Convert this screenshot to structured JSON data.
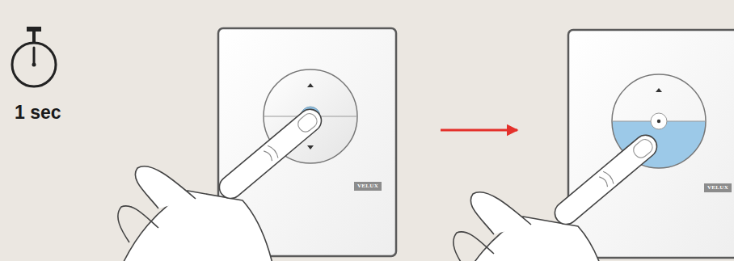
{
  "diagram": {
    "nodes": [
      {
        "text": [
          "VELUX"
        ]
      },
      {
        "text": [
          "VELUX"
        ]
      }
    ],
    "edges": [
      {
        "from": 0,
        "to": 1,
        "arrow": "to"
      }
    ],
    "labels": [
      "1 sec"
    ]
  }
}
